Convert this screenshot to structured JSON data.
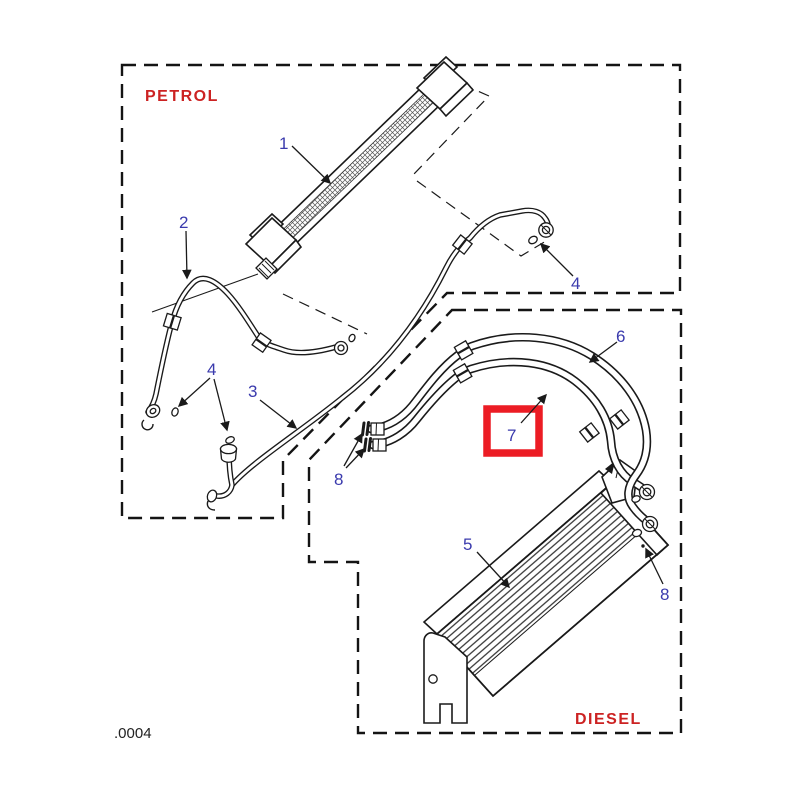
{
  "colors": {
    "callout": "#3a3aad",
    "region_label": "#cc2222",
    "line": "#1a1a1a",
    "footnote": "#222222"
  },
  "regions": {
    "petrol_label": "PETROL",
    "diesel_label": "DIESEL"
  },
  "footnote": ".0004",
  "highlight": {
    "part": "7",
    "color": "#ec1c24"
  },
  "callouts": {
    "n1": "1",
    "n2": "2",
    "n3": "3",
    "n4_left": "4",
    "n4_right": "4",
    "n5": "5",
    "n6": "6",
    "n7": "7",
    "n8_left": "8",
    "n8_right": "8"
  }
}
